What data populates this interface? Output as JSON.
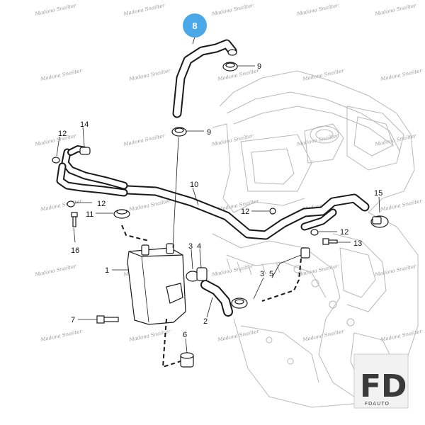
{
  "watermark_text": "Madona Snailter",
  "highlight": {
    "label": "8",
    "color": "#4aa8e8"
  },
  "labels": {
    "l1": "1",
    "l2": "2",
    "l3a": "3",
    "l3b": "3",
    "l4": "4",
    "l5": "5",
    "l6": "6",
    "l7": "7",
    "l8": "8",
    "l9a": "9",
    "l9b": "9",
    "l10": "10",
    "l11": "11",
    "l12a": "12",
    "l12b": "12",
    "l12c": "12",
    "l12d": "12",
    "l13": "13",
    "l14": "14",
    "l15": "15",
    "l16": "16"
  },
  "logo": {
    "letters": "FD",
    "sub": "FDAUTO"
  }
}
